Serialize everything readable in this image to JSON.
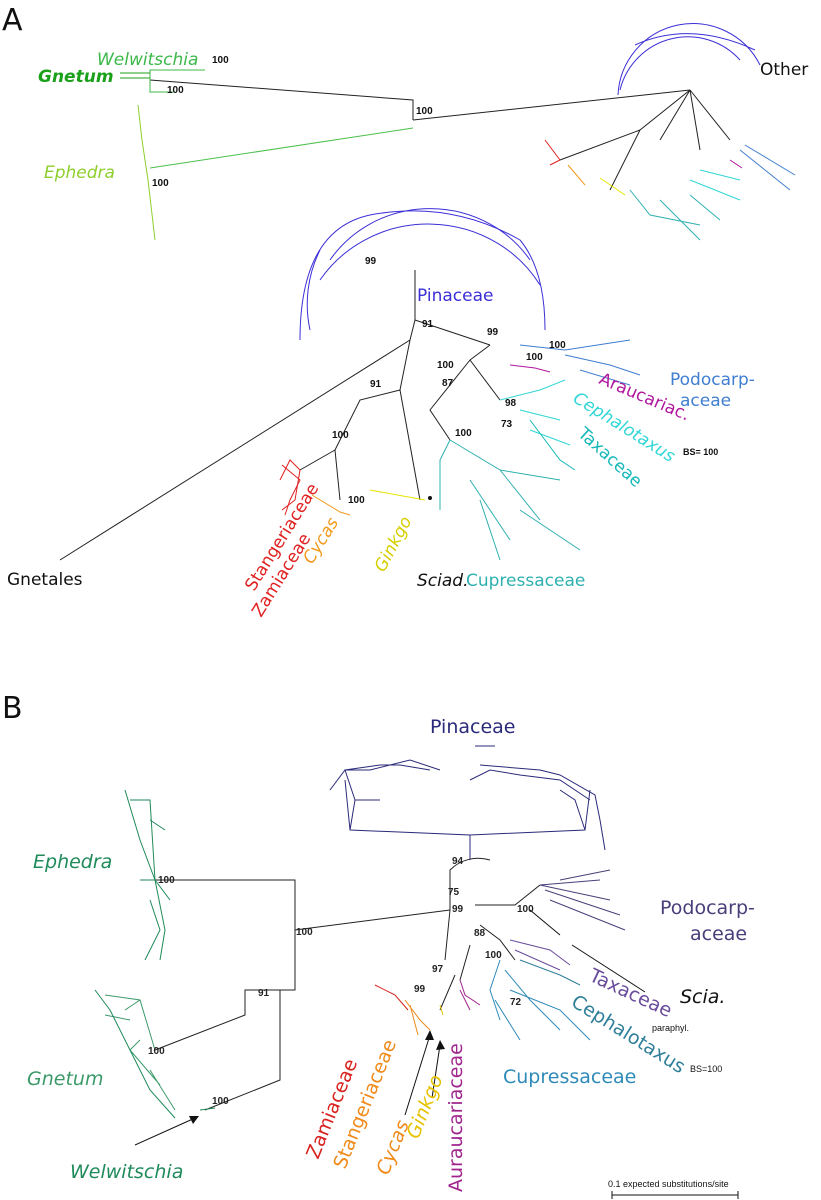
{
  "panels": {
    "a": {
      "letter": "A",
      "labels": {
        "welwitschia": "Welwitschia",
        "gnetum": "Gnetum",
        "ephedra": "Ephedra",
        "other": "Other",
        "pinaceae": "Pinaceae",
        "podocarp_1": "Podocarp-",
        "podocarp_2": "aceae",
        "araucariac": "Araucariac.",
        "cephalotaxus": "Cephalotaxus",
        "taxaceae": "Taxaceae",
        "bs_note": "BS= 100",
        "stangeriaceae": "Stangeriaceae",
        "zamiaceae": "Zamiaceae",
        "cycas": "Cycas",
        "ginkgo": "Ginkgo",
        "sciad": "Sciad.",
        "cupressaceae": "Cupressaceae",
        "gnetales": "Gnetales"
      },
      "bootstrap": [
        "100",
        "100",
        "100",
        "100",
        "99",
        "91",
        "99",
        "100",
        "100",
        "100",
        "87",
        "98",
        "73",
        "91",
        "100",
        "100",
        "100"
      ]
    },
    "b": {
      "letter": "B",
      "labels": {
        "pinaceae": "Pinaceae",
        "ephedra": "Ephedra",
        "gnetum": "Gnetum",
        "welwitschia": "Welwitschia",
        "podocarp_1": "Podocarp-",
        "podocarp_2": "aceae",
        "scia": "Scia.",
        "taxaceae": "Taxaceae",
        "paraphyl": "paraphyl.",
        "cephalotaxus": "Cephalotaxus",
        "bs_note": "BS=100",
        "cupressaceae": "Cupressaceae",
        "zamiaceae": "Zamiaceae",
        "stangeriaceae": "Stangeriaceae",
        "cycas": "Cycas",
        "ginkgo": "Ginkgo",
        "auraucariaceae": "Auraucariaceae",
        "scale_label": "0.1 expected substitutions/site"
      },
      "bootstrap": [
        "100",
        "94",
        "75",
        "99",
        "88",
        "100",
        "100",
        "72",
        "97",
        "99",
        "100",
        "91",
        "100",
        "100"
      ]
    }
  },
  "colors": {
    "gnetum": "#1aa01a",
    "welwitschia": "#3cb84a",
    "ephedra": "#8fcf2c",
    "pinaceae": "#3b2fd6",
    "podocarp": "#3f7ed0",
    "araucaria": "#b0179e",
    "cephalotaxus": "#31d6d6",
    "taxaceae": "#17b8b8",
    "cupressaceae": "#2fb0b0",
    "zamiaceae": "#e02020",
    "cycas": "#f29a1c",
    "ginkgo": "#e8e400",
    "gnetales_b": "#1f8a5a",
    "pinaceae_b": "#2b2a7a",
    "podocarp_b": "#4a3e7a",
    "taxaceae_b": "#6a4c9c",
    "cephalotaxus_b": "#2f7f9a",
    "cupressaceae_b": "#2e8ab8",
    "auraucaria_b": "#a0268e",
    "zamiaceae_b": "#d8221e",
    "cycas_b": "#f08a1a",
    "ginkgo_b": "#e6c200"
  }
}
